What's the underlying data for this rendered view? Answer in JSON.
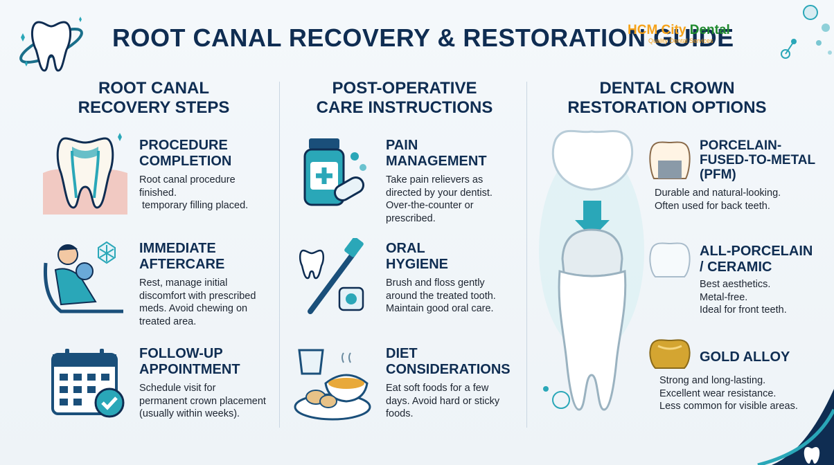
{
  "header": {
    "title": "ROOT CANAL RECOVERY & RESTORATION GUIDE",
    "brand_name_a": "HCM City ",
    "brand_name_b": "Dental",
    "brand_tagline": "Quality Dental Services"
  },
  "columns": [
    {
      "heading_line1": "ROOT CANAL",
      "heading_line2": "RECOVERY STEPS",
      "items": [
        {
          "title1": "PROCEDURE",
          "title2": "COMPLETION",
          "lines": [
            "Root canal procedure",
            "finished.",
            " temporary filling placed."
          ],
          "icon": "tooth-cross-section-icon"
        },
        {
          "title1": "IMMEDIATE",
          "title2": "AFTERCARE",
          "lines": [
            "Rest, manage initial",
            "discomfort with prescribed",
            "meds. Avoid chewing on",
            "treated area."
          ],
          "icon": "resting-patient-icon"
        },
        {
          "title1": "FOLLOW-UP",
          "title2": "APPOINTMENT",
          "lines": [
            "Schedule visit for",
            "permanent crown placement",
            "(usually within weeks)."
          ],
          "icon": "calendar-check-icon"
        }
      ]
    },
    {
      "heading_line1": "POST-OPERATIVE",
      "heading_line2": "CARE INSTRUCTIONS",
      "items": [
        {
          "title1": "PAIN",
          "title2": "MANAGEMENT",
          "lines": [
            "Take pain relievers as",
            "directed by your dentist.",
            "Over-the-counter or",
            "prescribed."
          ],
          "icon": "medicine-bottle-icon"
        },
        {
          "title1": "ORAL",
          "title2": "HYGIENE",
          "lines": [
            "Brush and floss gently",
            "around the treated tooth.",
            "Maintain good oral care."
          ],
          "icon": "toothbrush-icon"
        },
        {
          "title1": "DIET",
          "title2": "CONSIDERATIONS",
          "lines": [
            "Eat soft foods for a few",
            "days. Avoid hard or sticky",
            "foods."
          ],
          "icon": "soft-food-icon"
        }
      ]
    },
    {
      "heading_line1": "DENTAL CROWN",
      "heading_line2": "RESTORATION OPTIONS",
      "items": [
        {
          "title1": "PORCELAIN-",
          "title2": "FUSED-TO-METAL",
          "title3": "(PFM)",
          "lines": [
            "Durable and natural-looking.",
            "Often used for back teeth."
          ],
          "icon": "pfm-crown-icon"
        },
        {
          "title1": "ALL-PORCELAIN",
          "title2": "/ CERAMIC",
          "lines": [
            "Best aesthetics.",
            "Metal-free.",
            "Ideal for front teeth."
          ],
          "icon": "ceramic-crown-icon"
        },
        {
          "title1": "GOLD ALLOY",
          "lines": [
            "Strong and long-lasting.",
            "Excellent wear resistance.",
            "Less common for visible areas."
          ],
          "icon": "gold-crown-icon"
        }
      ]
    }
  ],
  "colors": {
    "navy": "#0f2d52",
    "teal": "#2aa7b8",
    "gold": "#d4a531",
    "brand_orange": "#f5a21a",
    "brand_green": "#1f8a2e"
  }
}
